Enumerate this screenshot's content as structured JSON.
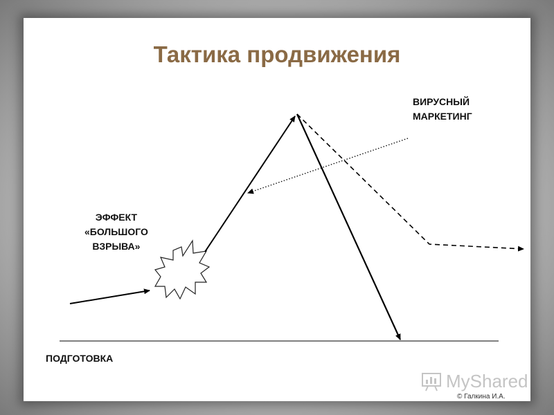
{
  "title": "Тактика продвижения",
  "labels": {
    "viral_line1": "ВИРУСНЫЙ",
    "viral_line2": "МАРКЕТИНГ",
    "bang_line1": "ЭФФЕКТ",
    "bang_line2": "«БОЛЬШОГО",
    "bang_line3": "ВЗРЫВА»",
    "preparation": "ПОДГОТОВКА"
  },
  "watermark": "MyShared",
  "copyright": "© Галкина И.А.",
  "colors": {
    "title": "#8a6a45",
    "lines": "#000000",
    "watermark": "#c4c4c4"
  },
  "icons": [
    "burst-icon",
    "myshared-logo-icon"
  ]
}
